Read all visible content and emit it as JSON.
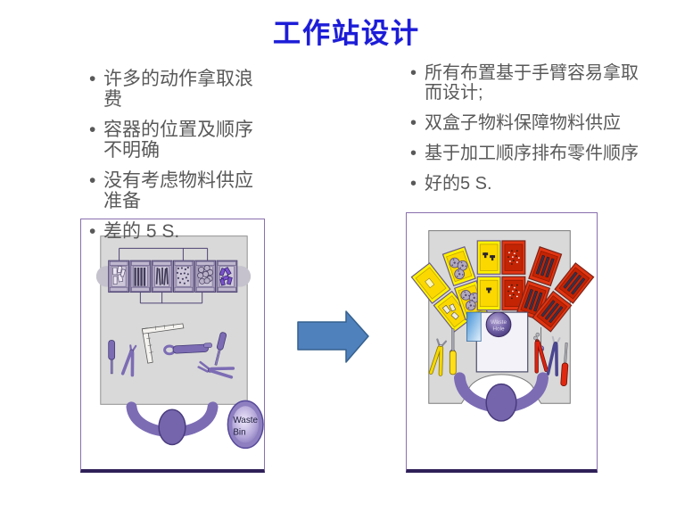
{
  "title": "工作站设计",
  "left_list": {
    "items": [
      "许多的动作拿取浪费",
      "容器的位置及顺序不明确",
      "没有考虑物料供应准备",
      "差的 5 S."
    ]
  },
  "right_list": {
    "items": [
      "所有布置基于手臂容易拿取而设计;",
      "双盒子物料保障物料供应",
      "基于加工顺序排布零件顺序",
      "好的5 S."
    ]
  },
  "before_diagram": {
    "waste_bin_line1": "Waste",
    "waste_bin_line2": "Bin"
  },
  "after_diagram": {
    "waste_hole_line1": "Waste",
    "waste_hole_line2": "Hole"
  },
  "colors": {
    "title_blue": "#1c1cd8",
    "body_text": "#595959",
    "arrow_fill": "#4f81bd",
    "person_purple": "#7c6cb4",
    "box_border": "#8a6fae",
    "box_border_bottom": "#2f2058",
    "table_gray": "#d9d9d9",
    "bin_yellow": "#fff200",
    "bin_red": "#e23512"
  }
}
